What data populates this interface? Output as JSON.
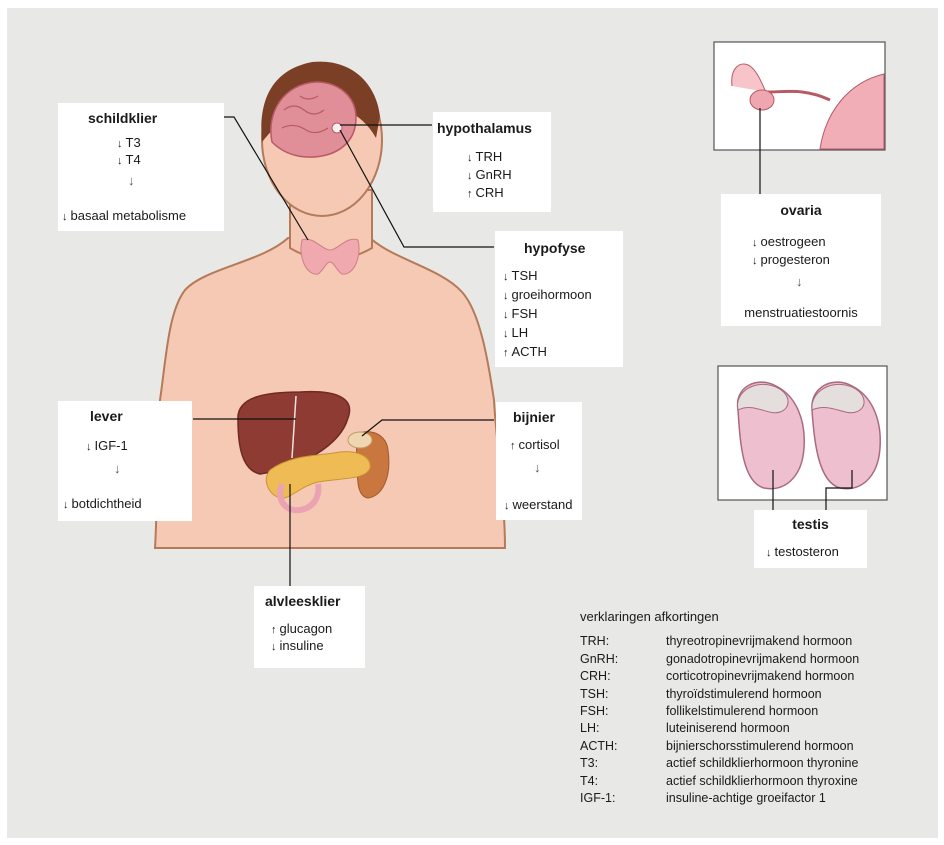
{
  "schildklier": {
    "title": "schildklier",
    "items": [
      {
        "dir": "down",
        "label": "T3"
      },
      {
        "dir": "down",
        "label": "T4"
      }
    ],
    "result": "basaal metabolisme"
  },
  "hypothalamus": {
    "title": "hypothalamus",
    "items": [
      {
        "dir": "down",
        "label": "TRH"
      },
      {
        "dir": "down",
        "label": "GnRH"
      },
      {
        "dir": "up",
        "label": "CRH"
      }
    ]
  },
  "hypofyse": {
    "title": "hypofyse",
    "items": [
      {
        "dir": "down",
        "label": "TSH"
      },
      {
        "dir": "down",
        "label": "groeihormoon"
      },
      {
        "dir": "down",
        "label": "FSH"
      },
      {
        "dir": "down",
        "label": "LH"
      },
      {
        "dir": "up",
        "label": "ACTH"
      }
    ]
  },
  "ovaria": {
    "title": "ovaria",
    "items": [
      {
        "dir": "down",
        "label": "oestrogeen"
      },
      {
        "dir": "down",
        "label": "progesteron"
      }
    ],
    "result": "menstruatiestoornis"
  },
  "lever": {
    "title": "lever",
    "items": [
      {
        "dir": "down",
        "label": "IGF-1"
      }
    ],
    "result": "botdichtheid"
  },
  "bijnier": {
    "title": "bijnier",
    "items": [
      {
        "dir": "up",
        "label": "cortisol"
      }
    ],
    "result": "weerstand"
  },
  "testis": {
    "title": "testis",
    "items": [
      {
        "dir": "down",
        "label": "testosteron"
      }
    ]
  },
  "alvleesklier": {
    "title": "alvleesklier",
    "items": [
      {
        "dir": "up",
        "label": "glucagon"
      },
      {
        "dir": "down",
        "label": "insuline"
      }
    ]
  },
  "legend": {
    "title": "verklaringen afkortingen",
    "rows": [
      {
        "abbr": "TRH:",
        "desc": "thyreotropinevrijmakend hormoon"
      },
      {
        "abbr": "GnRH:",
        "desc": "gonadotropinevrijmakend hormoon"
      },
      {
        "abbr": "CRH:",
        "desc": "corticotropinevrijmakend hormoon"
      },
      {
        "abbr": "TSH:",
        "desc": "thyroïdstimulerend hormoon"
      },
      {
        "abbr": "FSH:",
        "desc": "follikelstimulerend hormoon"
      },
      {
        "abbr": "LH:",
        "desc": "luteiniserend hormoon"
      },
      {
        "abbr": "ACTH:",
        "desc": "bijnierschorsstimulerend hormoon"
      },
      {
        "abbr": "T3:",
        "desc": "actief schildklierhormoon thyronine"
      },
      {
        "abbr": "T4:",
        "desc": "actief schildklierhormoon thyroxine"
      },
      {
        "abbr": "IGF-1:",
        "desc": "insuline-achtige groeifactor 1"
      }
    ]
  },
  "colors": {
    "skin": "#f5c9b3",
    "outline": "#b57a58",
    "liver": "#8e3b34",
    "pancreas": "#eebb54",
    "brain": "#e08e98",
    "thyroid": "#f0a9ae",
    "testis": "#eec0cf"
  }
}
